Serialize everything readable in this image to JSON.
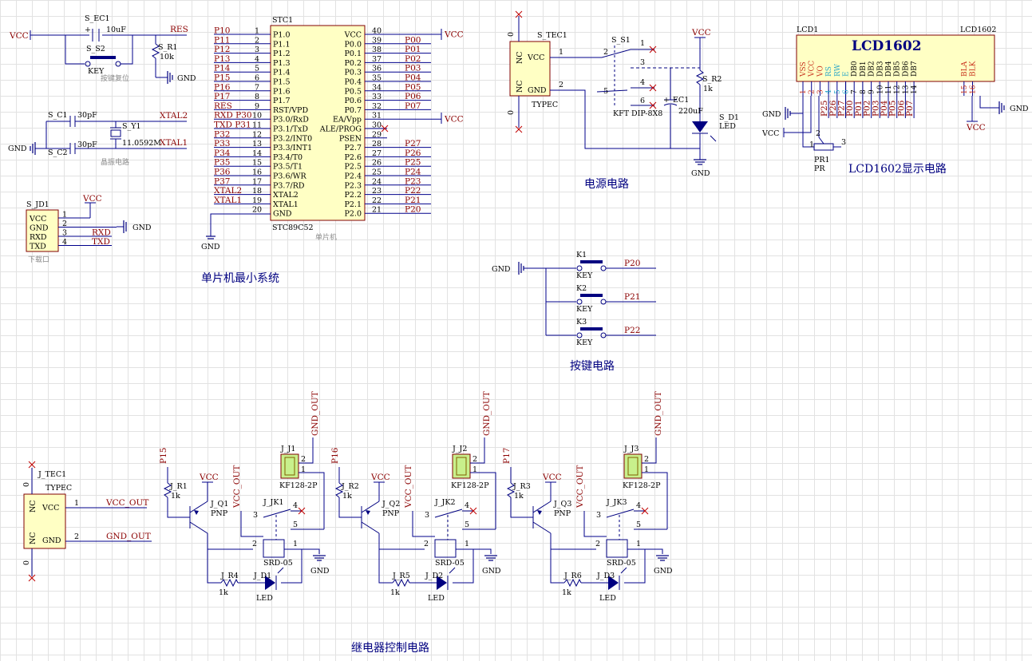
{
  "section_titles": {
    "mcu": "单片机最小系统",
    "power": "电源电路",
    "keys": "按键电路",
    "lcd": "LCD1602显示电路",
    "relay": "继电器控制电路"
  },
  "mcu": {
    "designator": "STC1",
    "part": "STC89C52",
    "comment": "单片机",
    "left_pins": [
      {
        "num": "1",
        "name": "P1.0",
        "net": "P10"
      },
      {
        "num": "2",
        "name": "P1.1",
        "net": "P11"
      },
      {
        "num": "3",
        "name": "P1.2",
        "net": "P12"
      },
      {
        "num": "4",
        "name": "P1.3",
        "net": "P13"
      },
      {
        "num": "5",
        "name": "P1.4",
        "net": "P14"
      },
      {
        "num": "6",
        "name": "P1.5",
        "net": "P15"
      },
      {
        "num": "7",
        "name": "P1.6",
        "net": "P16"
      },
      {
        "num": "8",
        "name": "P1.7",
        "net": "P17"
      },
      {
        "num": "9",
        "name": "RST/VPD",
        "net": "RES"
      },
      {
        "num": "10",
        "name": "P3.0/RxD",
        "net": "RXD P30"
      },
      {
        "num": "11",
        "name": "P3.1/TxD",
        "net": "TXD P31"
      },
      {
        "num": "12",
        "name": "P3.2/INT0",
        "net": "P32"
      },
      {
        "num": "13",
        "name": "P3.3/INT1",
        "net": "P33"
      },
      {
        "num": "14",
        "name": "P3.4/T0",
        "net": "P34"
      },
      {
        "num": "15",
        "name": "P3.5/T1",
        "net": "P35"
      },
      {
        "num": "16",
        "name": "P3.6/WR",
        "net": "P36"
      },
      {
        "num": "17",
        "name": "P3.7/RD",
        "net": "P37"
      },
      {
        "num": "18",
        "name": "XTAL2",
        "net": "XTAL2"
      },
      {
        "num": "19",
        "name": "XTAL1",
        "net": "XTAL1"
      },
      {
        "num": "20",
        "name": "GND",
        "net": ""
      }
    ],
    "right_pins": [
      {
        "num": "40",
        "name": "VCC",
        "net": "VCC"
      },
      {
        "num": "39",
        "name": "P0.0",
        "net": "P00"
      },
      {
        "num": "38",
        "name": "P0.1",
        "net": "P01"
      },
      {
        "num": "37",
        "name": "P0.2",
        "net": "P02"
      },
      {
        "num": "36",
        "name": "P0.3",
        "net": "P03"
      },
      {
        "num": "35",
        "name": "P0.4",
        "net": "P04"
      },
      {
        "num": "34",
        "name": "P0.5",
        "net": "P05"
      },
      {
        "num": "33",
        "name": "P0.6",
        "net": "P06"
      },
      {
        "num": "32",
        "name": "P0.7",
        "net": "P07"
      },
      {
        "num": "31",
        "name": "EA/Vpp",
        "net": "VCC"
      },
      {
        "num": "30",
        "name": "ALE/PROG",
        "net": ""
      },
      {
        "num": "29",
        "name": "PSEN",
        "net": ""
      },
      {
        "num": "28",
        "name": "P2.7",
        "net": "P27"
      },
      {
        "num": "27",
        "name": "P2.6",
        "net": "P26"
      },
      {
        "num": "26",
        "name": "P2.5",
        "net": "P25"
      },
      {
        "num": "25",
        "name": "P2.4",
        "net": "P24"
      },
      {
        "num": "24",
        "name": "P2.3",
        "net": "P23"
      },
      {
        "num": "23",
        "name": "P2.2",
        "net": "P22"
      },
      {
        "num": "22",
        "name": "P2.1",
        "net": "P21"
      },
      {
        "num": "21",
        "name": "P2.0",
        "net": "P20"
      }
    ],
    "gnd_label": "GND"
  },
  "reset": {
    "vcc": "VCC",
    "cap_des": "S_EC1",
    "cap_val": "10uF",
    "cap_plus": "+",
    "sw_des": "S_S2",
    "sw_part": "KEY",
    "comment": "按键复位",
    "res_des": "S_R1",
    "res_val": "10k",
    "net": "RES",
    "gnd": "GND"
  },
  "crystal": {
    "c1_des": "S_C1",
    "c1_val": "30pF",
    "c2_des": "S_C2",
    "c2_val": "30pF",
    "y_des": "S_Y1",
    "y_val": "11.0592M",
    "comment": "晶振电路",
    "net1": "XTAL2",
    "net2": "XTAL1",
    "gnd": "GND"
  },
  "download": {
    "designator": "S_JD1",
    "comment": "下载口",
    "pins": [
      {
        "num": "1",
        "name": "VCC",
        "net": "VCC"
      },
      {
        "num": "2",
        "name": "GND",
        "net": "GND"
      },
      {
        "num": "3",
        "name": "RXD",
        "net": "RXD"
      },
      {
        "num": "4",
        "name": "TXD",
        "net": "TXD"
      }
    ]
  },
  "power": {
    "tec_des": "S_TEC1",
    "tec_part": "TYPEC",
    "tec_pins": [
      "NC",
      "VCC",
      "NC",
      "GND"
    ],
    "tec_nums": [
      "1",
      "2"
    ],
    "tec_zero": "0",
    "sw_des": "S_S1",
    "sw_part": "KFT DIP-8X8",
    "sw_nums": [
      "1",
      "2",
      "3",
      "4",
      "5",
      "6"
    ],
    "vcc": "VCC",
    "res_des": "S_R2",
    "res_val": "1k",
    "cap_des": "EC1",
    "cap_val": "220uF",
    "cap_plus": "+",
    "led_des": "S_D1",
    "led_part": "LED",
    "gnd": "GND"
  },
  "keys": {
    "gnd": "GND",
    "items": [
      {
        "des": "K1",
        "part": "KEY",
        "net": "P20"
      },
      {
        "des": "K2",
        "part": "KEY",
        "net": "P21"
      },
      {
        "des": "K3",
        "part": "KEY",
        "net": "P22"
      }
    ]
  },
  "lcd": {
    "designator": "LCD1",
    "title": "LCD1602",
    "part": "LCD1602",
    "pins": [
      {
        "name": "VSS",
        "num": "1",
        "net": "",
        "color": "red"
      },
      {
        "name": "VCC",
        "num": "2",
        "net": "",
        "color": "red"
      },
      {
        "name": "VO",
        "num": "3",
        "net": "",
        "color": "red"
      },
      {
        "name": "RS",
        "num": "4",
        "net": "P25",
        "color": "cyan"
      },
      {
        "name": "RW",
        "num": "5",
        "net": "P26",
        "color": "cyan"
      },
      {
        "name": "E",
        "num": "6",
        "net": "P27",
        "color": "cyan"
      },
      {
        "name": "DB0",
        "num": "7",
        "net": "P00",
        "color": "black"
      },
      {
        "name": "DB1",
        "num": "8",
        "net": "P01",
        "color": "black"
      },
      {
        "name": "DB2",
        "num": "9",
        "net": "P02",
        "color": "black"
      },
      {
        "name": "DB3",
        "num": "10",
        "net": "P03",
        "color": "black"
      },
      {
        "name": "DB4",
        "num": "11",
        "net": "P04",
        "color": "black"
      },
      {
        "name": "DB5",
        "num": "12",
        "net": "P05",
        "color": "black"
      },
      {
        "name": "DB6",
        "num": "13",
        "net": "P06",
        "color": "black"
      },
      {
        "name": "DB7",
        "num": "14",
        "net": "P07",
        "color": "black"
      },
      {
        "name": "BLA",
        "num": "15",
        "net": "",
        "color": "red"
      },
      {
        "name": "BLK",
        "num": "16",
        "net": "",
        "color": "red"
      }
    ],
    "gnd": "GND",
    "vcc": "VCC",
    "gnd2": "GND",
    "vcc2": "VCC",
    "pot_des": "PR1",
    "pot_part": "PR",
    "pot_nums": [
      "1",
      "2",
      "3"
    ]
  },
  "relay_supply": {
    "tec_des": "J_TEC1",
    "tec_part": "TYPEC",
    "tec_pins": [
      "NC",
      "VCC",
      "NC",
      "GND"
    ],
    "tec_nums": [
      "1",
      "2"
    ],
    "tec_zero": "0",
    "out1": "VCC_OUT",
    "out2": "GND_OUT"
  },
  "relays": [
    {
      "in": "P15",
      "r_des": "J_R1",
      "r_val": "1k",
      "q_des": "J_Q1",
      "q_part": "PNP",
      "vcc": "VCC",
      "vcc_out": "VCC_OUT",
      "jk_des": "J_JK1",
      "k_des": "J_J1",
      "k_part": "KF128-2P",
      "gnd_out": "GND_OUT",
      "relay": "SRD-05",
      "r2_des": "J_R4",
      "r2_val": "1k",
      "d_des": "J_D1",
      "d_part": "LED",
      "gnd": "GND",
      "nums": {
        "c3": "3",
        "c4": "4",
        "c5": "5",
        "coil2": "2",
        "coil1": "1",
        "k1": "1",
        "k2": "2"
      }
    },
    {
      "in": "P16",
      "r_des": "J_R2",
      "r_val": "1k",
      "q_des": "J_Q2",
      "q_part": "PNP",
      "vcc": "VCC",
      "vcc_out": "VCC_OUT",
      "jk_des": "J_JK2",
      "k_des": "J_J2",
      "k_part": "KF128-2P",
      "gnd_out": "GND_OUT",
      "relay": "SRD-05",
      "r2_des": "J_R5",
      "r2_val": "1k",
      "d_des": "J_D2",
      "d_part": "LED",
      "gnd": "GND",
      "nums": {
        "c3": "3",
        "c4": "4",
        "c5": "5",
        "coil2": "2",
        "coil1": "1",
        "k1": "1",
        "k2": "2"
      }
    },
    {
      "in": "P17",
      "r_des": "J_R3",
      "r_val": "1k",
      "q_des": "J_Q3",
      "q_part": "PNP",
      "vcc": "VCC",
      "vcc_out": "VCC_OUT",
      "jk_des": "J_JK3",
      "k_des": "J_J3",
      "k_part": "KF128-2P",
      "gnd_out": "GND_OUT",
      "relay": "SRD-05",
      "r2_des": "J_R6",
      "r2_val": "1k",
      "d_des": "J_D3",
      "d_part": "LED",
      "gnd": "GND",
      "nums": {
        "c3": "3",
        "c4": "4",
        "c5": "5",
        "coil2": "2",
        "coil1": "1",
        "k1": "1",
        "k2": "2"
      }
    }
  ]
}
